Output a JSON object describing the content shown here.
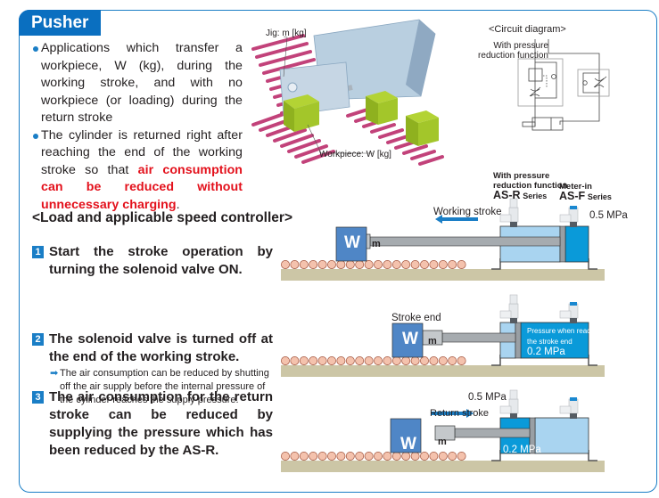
{
  "title": "Pusher",
  "intro": {
    "bullet1": "Applications which transfer a workpiece, W (kg), during the working stroke, and with no workpiece (or loading) during the return stroke",
    "bullet2_plain": "The cylinder is returned right after reaching the end of the working stroke so that ",
    "bullet2_red": "air consumption can be reduced without unnecessary charging",
    "bullet2_end": "."
  },
  "illustration": {
    "jig_label": "Jig: m [kg]",
    "workpiece_label": "Workpiece: W [kg]"
  },
  "circuit": {
    "title": "<Circuit diagram>",
    "subtitle_line1": "With pressure",
    "subtitle_line2": "reduction function"
  },
  "section_heading": "<Load and applicable speed controller>",
  "controllers": {
    "asr": {
      "desc1": "With pressure",
      "desc2": "reduction function",
      "name": "AS-R",
      "suffix": "Series"
    },
    "asf": {
      "desc1": "Meter-in",
      "name": "AS-F",
      "suffix": "Series"
    }
  },
  "steps": [
    {
      "num": "1",
      "text": "Start the stroke operation by turning the solenoid valve ON."
    },
    {
      "num": "2",
      "text": "The solenoid valve is turned off at the end of the working stroke.",
      "note": "The air consumption can be reduced by shutting off the air supply before the internal pressure of the cylinder reaches the supply pressure."
    },
    {
      "num": "3",
      "text": "The air consumption for the return stroke can be reduced by supplying the pressure which has been reduced by the AS-R."
    }
  ],
  "diagrams": {
    "d1": {
      "label": "Working stroke",
      "pressure": "0.5 MPa",
      "w": "W",
      "m": "m"
    },
    "d2": {
      "label": "Stroke end",
      "inner_line1": "Pressure when reaching",
      "inner_line2": "the stroke end",
      "pressure": "0.2 MPa",
      "w": "W",
      "m": "m"
    },
    "d3": {
      "label": "Return stroke",
      "pressure_top": "0.5 MPa",
      "pressure_inner": "0.2 MPa",
      "w": "W",
      "m": "m"
    }
  },
  "colors": {
    "brand_blue": "#0a6fc0",
    "highlight_red": "#e3101b",
    "cylinder_light": "#a9d4f0",
    "cylinder_dark": "#0a9ad9",
    "workpiece_blue": "#4f86c6",
    "floor": "#ccc6a6",
    "roller": "#f4c2ad"
  }
}
